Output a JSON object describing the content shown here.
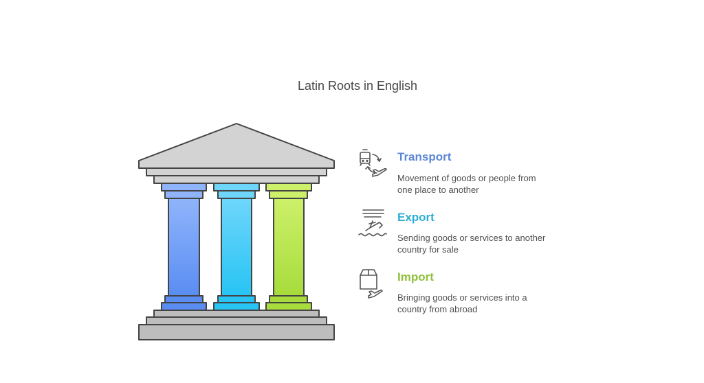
{
  "title": "Latin Roots in English",
  "colors": {
    "transport": "#5b87d6",
    "export": "#2eaed3",
    "import": "#8fbf3b",
    "stone": "#d3d3d3",
    "stone_dark": "#bdbdbd",
    "outline": "#444444"
  },
  "items": [
    {
      "title": "Transport",
      "description_line1": "Movement of goods or people from",
      "description_line2": "one place to another",
      "icon": "train-plane-cycle-icon"
    },
    {
      "title": "Export",
      "description_line1": "Sending goods or services to another",
      "description_line2": "country for sale",
      "icon": "ship-on-waves-icon"
    },
    {
      "title": "Import",
      "description_line1": "Bringing goods or services into a",
      "description_line2": "country from abroad",
      "icon": "box-plane-icon"
    }
  ]
}
